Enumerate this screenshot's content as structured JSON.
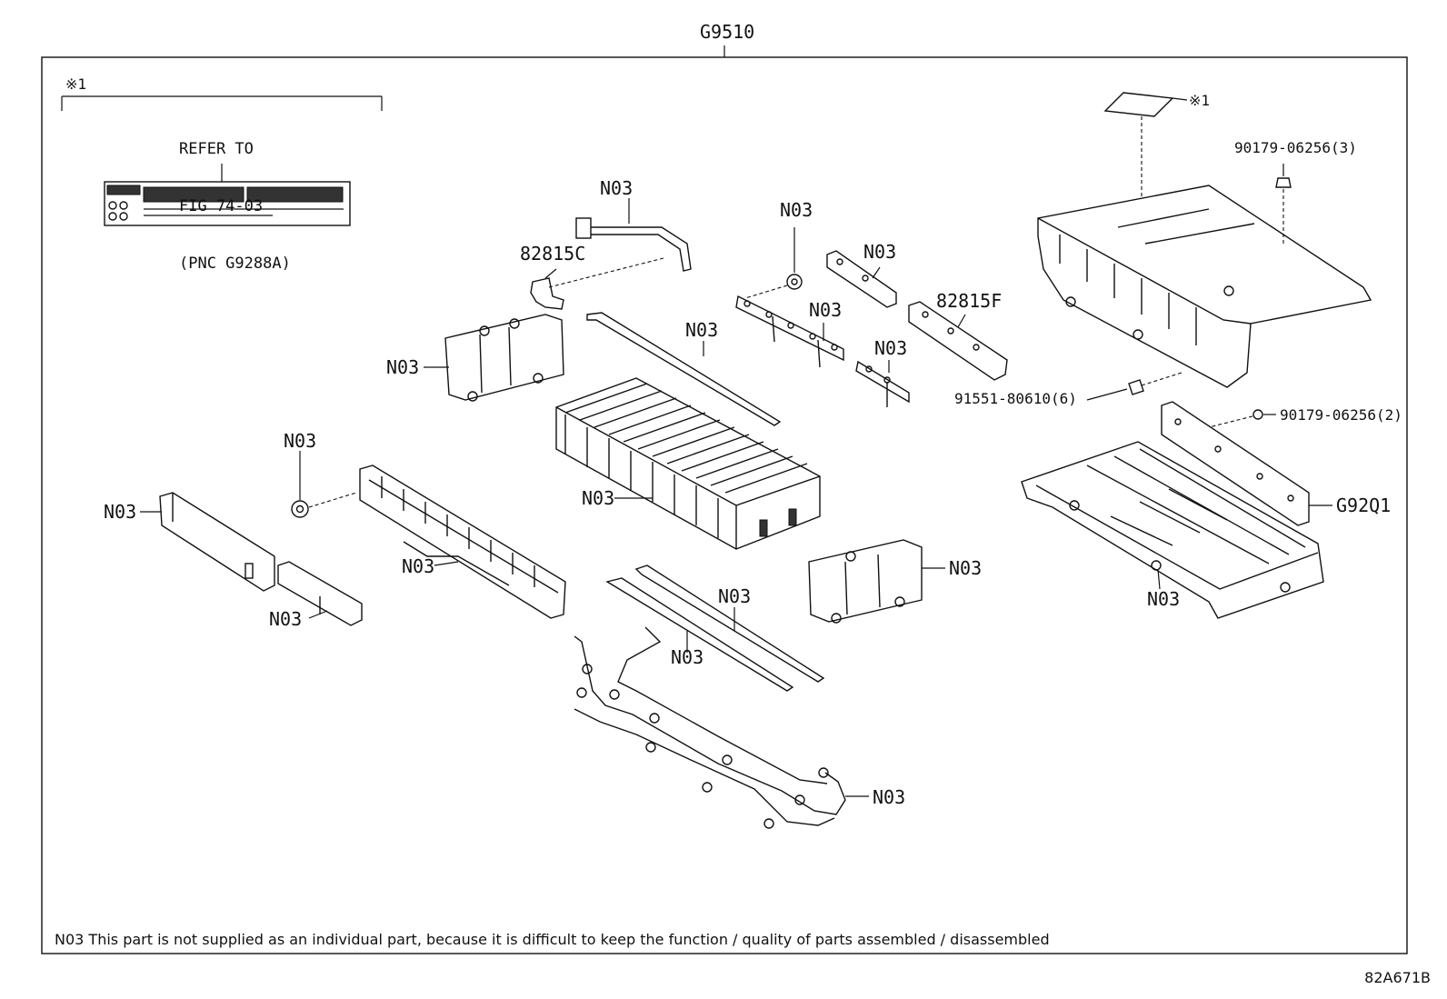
{
  "assembly_code": "G9510",
  "sheet_id": "82A671B",
  "note": "N03 This part is not supplied as an individual part, because it is difficult to keep the function / quality of parts assembled / disassembled",
  "reference_block": {
    "mark": "※1",
    "lines": [
      "REFER TO",
      "FIG 74-03",
      "(PNC G9288A)"
    ]
  },
  "callouts": {
    "harness_top": "N03",
    "bracket_82815c": "82815C",
    "bus_bar_top": "N03",
    "cover_82815f": "82815F",
    "bus_bar_mid": "N03",
    "bus_bar_right": "N03",
    "end_plate_left": "N03",
    "rod_top": "N03",
    "washer_left": "N03",
    "side_plate_left": "N03",
    "battery_stack": "N03",
    "holder_left": "N03",
    "side_plate_small": "N03",
    "end_plate_right": "N03",
    "rod_bottom_a": "N03",
    "rod_bottom_b": "N03",
    "wire_harness": "N03",
    "tray_lower": "N03",
    "bracket_g92q1": "G92Q1",
    "nut_top": "90179-06256(3)",
    "nut_side": "90179-06256(2)",
    "bolt_mid": "91551-80610(6)",
    "label_mark": "※1"
  }
}
